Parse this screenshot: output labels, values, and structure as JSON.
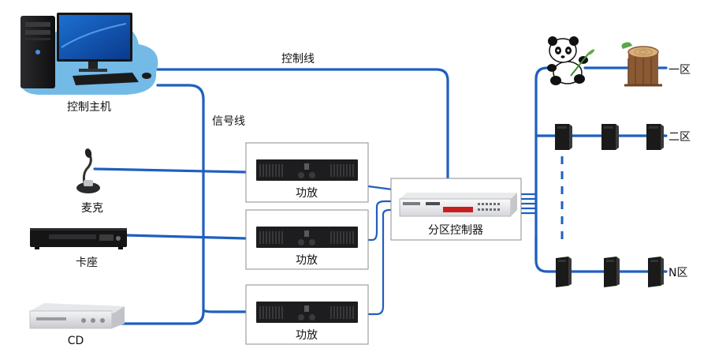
{
  "labels": {
    "control_host": "控制主机",
    "control_line": "控制线",
    "signal_line": "信号线",
    "microphone": "麦克",
    "cassette": "卡座",
    "cd": "CD",
    "amplifier": "功放",
    "zone_controller": "分区控制器",
    "zone_1": "一区",
    "zone_2": "二区",
    "zone_n": "N区"
  },
  "colors": {
    "wire": "#1f5fbf",
    "host_backdrop": "#5aaee3",
    "device_dark": "#1d1d1f"
  },
  "icons": [
    "computer-icon",
    "microphone-icon",
    "cassette-deck-icon",
    "cd-player-icon",
    "amplifier-icon",
    "zone-controller-icon",
    "panda-icon",
    "tree-stump-icon",
    "speaker-icon"
  ]
}
